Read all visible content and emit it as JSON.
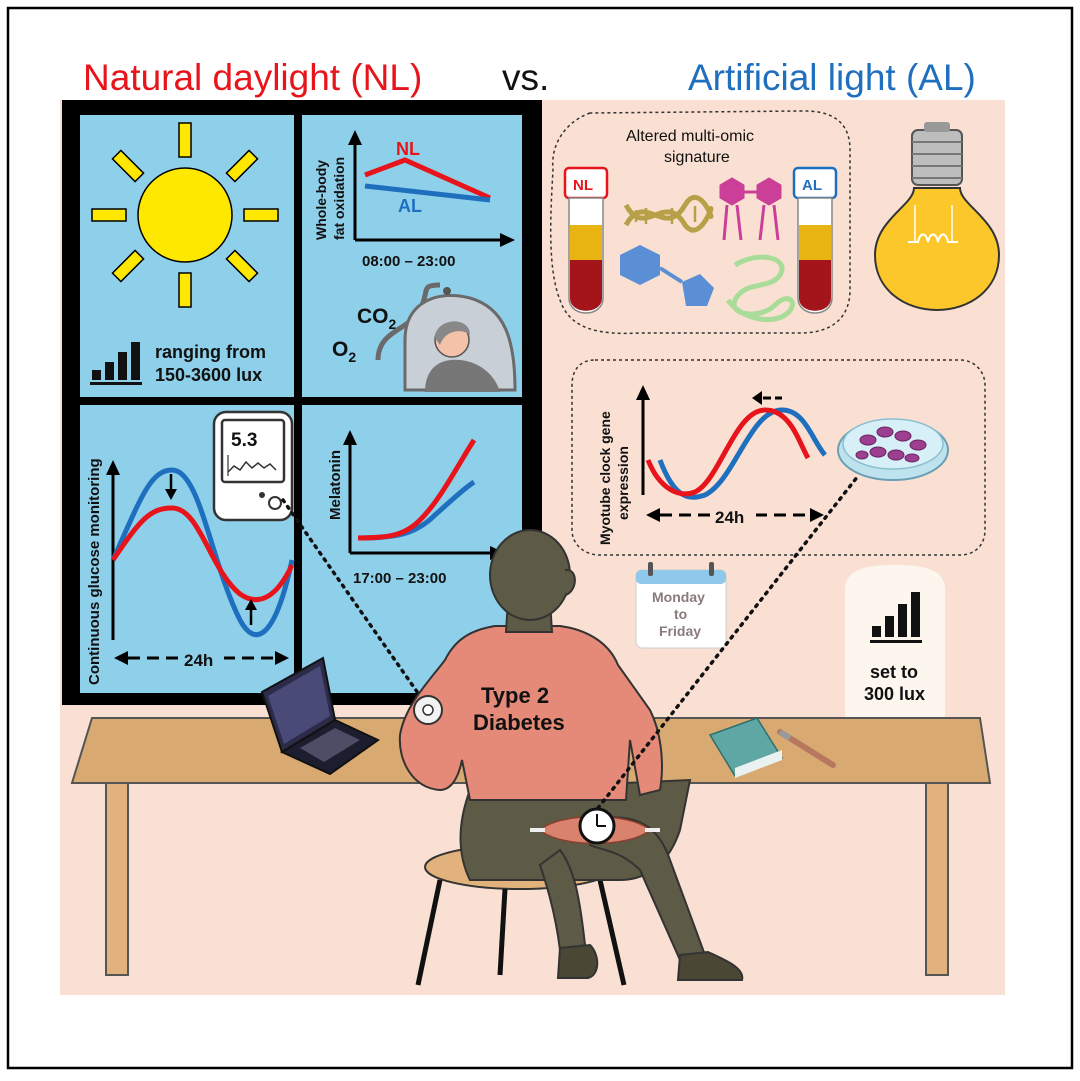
{
  "header": {
    "left_title": "Natural daylight (NL)",
    "vs": "vs.",
    "right_title": "Artificial light (AL)"
  },
  "colors": {
    "nl_red": "#e8141b",
    "al_blue": "#1f6fbf",
    "window_blue": "#8ecfea",
    "room_peach": "#f9e0d3",
    "desk_tan": "#d8aa72",
    "shirt_salmon": "#e58a78"
  },
  "window": {
    "light_text_1": "ranging from",
    "light_text_2": "150-3600 lux",
    "fat_ox": {
      "ylabel_1": "Whole-body",
      "ylabel_2": "fat oxidation",
      "nl_label": "NL",
      "al_label": "AL",
      "xlabel": "08:00 – 23:00"
    },
    "calorimetry": {
      "co2": "CO",
      "co2_sub": "2",
      "o2": "O",
      "o2_sub": "2"
    },
    "cgm": {
      "ylabel": "Continuous glucose monitoring",
      "xlabel": "24h",
      "meter_value": "5.3"
    },
    "melatonin": {
      "ylabel": "Melatonin",
      "xlabel": "17:00 – 23:00"
    }
  },
  "right_panel": {
    "omics_title_1": "Altered multi-omic",
    "omics_title_2": "signature",
    "tube_nl": "NL",
    "tube_al": "AL",
    "clock_ylabel_1": "Myotube clock gene",
    "clock_ylabel_2": "expression",
    "clock_xlabel": "24h",
    "calendar_1": "Monday",
    "calendar_2": "to",
    "calendar_3": "Friday",
    "lamp_1": "set to",
    "lamp_2": "300 lux"
  },
  "person": {
    "shirt_1": "Type 2",
    "shirt_2": "Diabetes"
  },
  "icons": [
    "sun-icon",
    "signal-bars-icon",
    "glucose-meter-icon",
    "light-bulb-icon",
    "dna-icon",
    "petri-dish-icon",
    "calendar-icon",
    "laptop-icon",
    "notebook-icon",
    "pen-icon",
    "muscle-clock-icon",
    "cgm-sensor-icon"
  ]
}
